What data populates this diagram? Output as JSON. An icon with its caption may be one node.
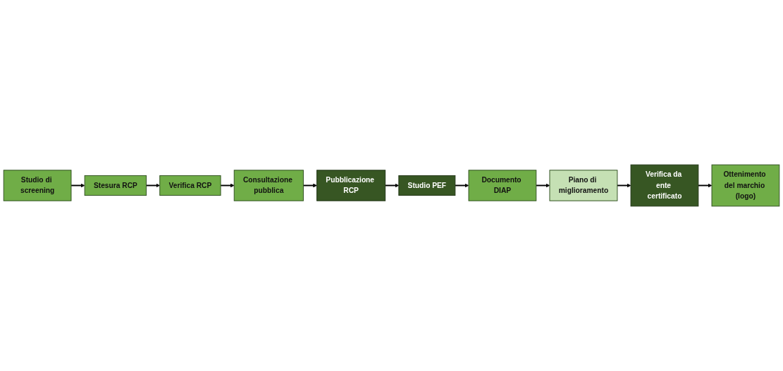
{
  "diagram": {
    "nodes": [
      {
        "text": [
          "Studio di screening"
        ]
      },
      {
        "text": [
          "Stesura RCP"
        ]
      },
      {
        "text": [
          "Verifica RCP"
        ]
      },
      {
        "text": [
          "Consultazione pubblica"
        ]
      },
      {
        "text": [
          "Pubblicazione RCP"
        ]
      },
      {
        "text": [
          "Studio PEF"
        ]
      },
      {
        "text": [
          "Documento DIAP"
        ]
      },
      {
        "text": [
          "Piano di miglioramento"
        ]
      },
      {
        "text": [
          "Verifica da ente certificato"
        ]
      },
      {
        "text": [
          "Ottenimento del marchio (logo)"
        ]
      }
    ],
    "edges": [
      {
        "from": 0,
        "to": 1,
        "arrow": "to"
      },
      {
        "from": 1,
        "to": 2,
        "arrow": "to"
      },
      {
        "from": 2,
        "to": 3,
        "arrow": "to"
      },
      {
        "from": 3,
        "to": 4,
        "arrow": "to"
      },
      {
        "from": 4,
        "to": 5,
        "arrow": "to"
      },
      {
        "from": 5,
        "to": 6,
        "arrow": "to"
      },
      {
        "from": 6,
        "to": 7,
        "arrow": "to"
      },
      {
        "from": 7,
        "to": 8,
        "arrow": "to"
      },
      {
        "from": 8,
        "to": 9,
        "arrow": "to"
      }
    ]
  }
}
